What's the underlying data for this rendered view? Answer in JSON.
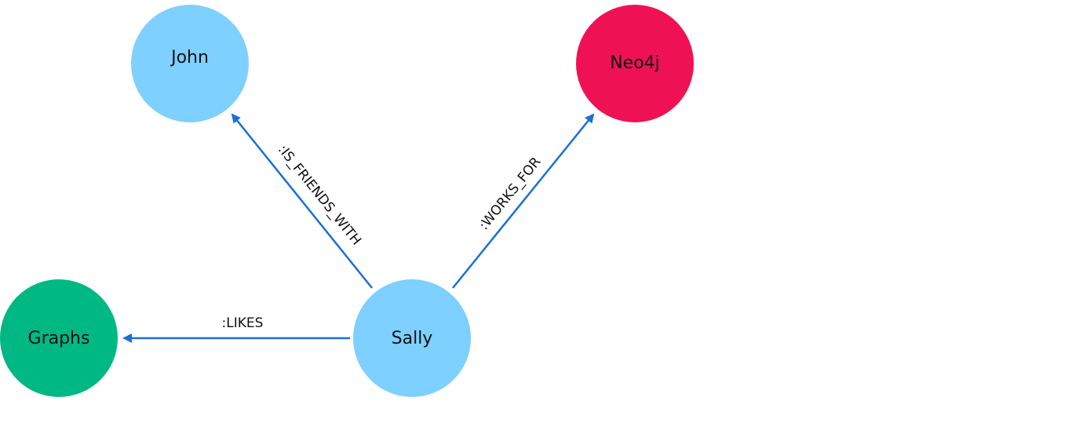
{
  "colors": {
    "edge": "#1a6fd4",
    "person_node": "#7dd0ff",
    "company_node": "#ee1254",
    "topic_node": "#00b884",
    "background": "#ffffff",
    "text": "#111111"
  },
  "nodes": {
    "john": {
      "label": "John",
      "color": "#7dd0ff"
    },
    "neo4j": {
      "label": "Neo4j",
      "color": "#ee1254"
    },
    "graphs": {
      "label": "Graphs",
      "color": "#00b884"
    },
    "sally": {
      "label": "Sally",
      "color": "#7dd0ff"
    }
  },
  "edges": {
    "friends": {
      "label": ":IS_FRIENDS_WITH",
      "from": "Sally",
      "to": "John"
    },
    "works": {
      "label": ":WORKS_FOR",
      "from": "Sally",
      "to": "Neo4j"
    },
    "likes": {
      "label": ":LIKES",
      "from": "Sally",
      "to": "Graphs"
    }
  }
}
